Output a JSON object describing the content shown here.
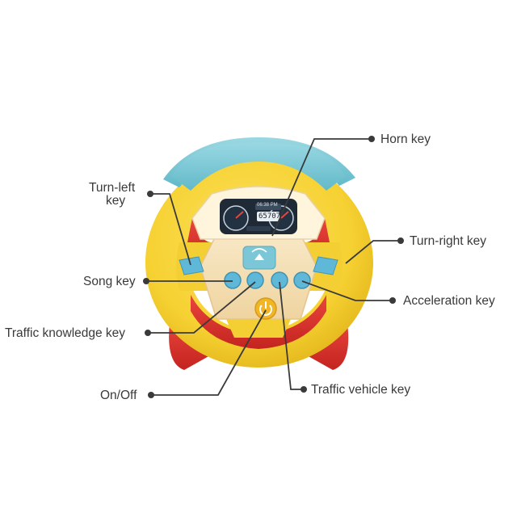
{
  "labels": {
    "horn": "Horn key",
    "turn_left_line1": "Turn-left",
    "turn_left_line2": "key",
    "turn_right": "Turn-right key",
    "song": "Song key",
    "acceleration": "Acceleration key",
    "traffic_knowledge": "Traffic knowledge key",
    "on_off": "On/Off",
    "traffic_vehicle": "Traffic vehicle key"
  },
  "dashboard": {
    "clock": "06:38 PM",
    "odometer": "65707"
  },
  "colors": {
    "wheel_yellow": "#f6d132",
    "wheel_top_blue": "#79c9d6",
    "base_red": "#e0322d",
    "button_blue": "#5fb8d8",
    "panel_cream": "#f4dfb5",
    "leader_line": "#3a3a3a"
  }
}
